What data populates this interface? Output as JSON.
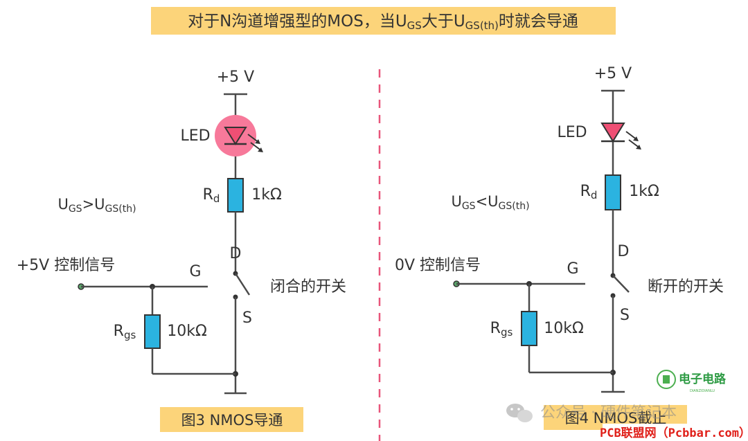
{
  "title": {
    "prefix": "对于N沟道增强型的MOS，当U",
    "sub1": "GS",
    "mid": "大于U",
    "sub2": "GS(th)",
    "suffix": "时就会导通"
  },
  "left": {
    "supply": "+5 V",
    "led": "LED",
    "rd_main": "R",
    "rd_sub": "d",
    "rd_value": "1kΩ",
    "cond_u1": "U",
    "cond_s1": "GS",
    "cond_op": ">U",
    "cond_s2": "GS(th)",
    "drain": "D",
    "signal": "+5V 控制信号",
    "gate": "G",
    "switch_state": "闭合的开关",
    "source": "S",
    "rgs_main": "R",
    "rgs_sub": "gs",
    "rgs_value": "10kΩ",
    "caption": "图3  NMOS导通"
  },
  "right": {
    "supply": "+5 V",
    "led": "LED",
    "rd_main": "R",
    "rd_sub": "d",
    "rd_value": "1kΩ",
    "cond_u1": "U",
    "cond_s1": "GS",
    "cond_op": "<U",
    "cond_s2": "GS(th)",
    "drain": "D",
    "signal": "0V 控制信号",
    "gate": "G",
    "switch_state": "断开的开关",
    "source": "S",
    "rgs_main": "R",
    "rgs_sub": "gs",
    "rgs_value": "10kΩ",
    "caption": "图4  NMOS截止"
  },
  "watermarks": {
    "brand_cn": "电子电路",
    "brand_en": "DIANZIDIANLU",
    "wechat": "公众号 · 硬件笔记本",
    "site": "PCB联盟网（Pcbbar.com）"
  },
  "colors": {
    "label_bg": "#fcd47a",
    "resistor": "#2bb3e0",
    "led_on_glow": "#f7799a",
    "led_triangle": "#ef4f74",
    "divider": "#e8557a",
    "node": "#5aa46a",
    "site_text": "#e0201a"
  }
}
